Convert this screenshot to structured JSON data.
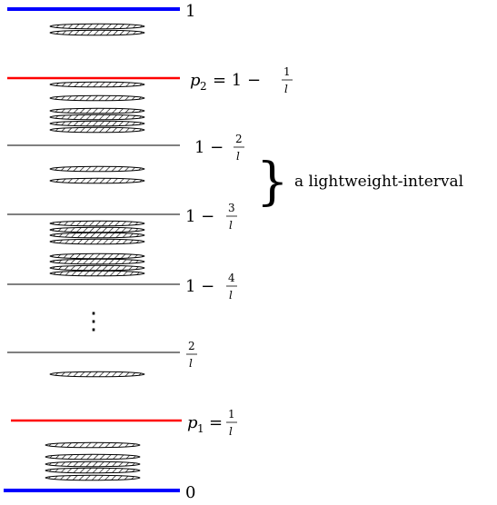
{
  "labels": {
    "top": "1",
    "bottom": "0",
    "p2_var": "p",
    "p2_sub": "2",
    "p2_expr": "= 1 −",
    "p2_num": "1",
    "p2_den": "l",
    "l2_prefix": "1 −",
    "l2_num": "2",
    "l2_den": "l",
    "l3_prefix": "1 −",
    "l3_num": "3",
    "l3_den": "l",
    "l4_prefix": "1 −",
    "l4_num": "4",
    "l4_den": "l",
    "low_num": "2",
    "low_den": "l",
    "p1_var": "p",
    "p1_sub": "1",
    "p1_expr": "=",
    "p1_num": "1",
    "p1_den": "l",
    "vdots": "⋮",
    "interval_text": "a lightweight-interval",
    "brace": "}"
  },
  "colors": {
    "boundary": "#0000ff",
    "p_line": "#ff0000",
    "divider": "#000000"
  }
}
